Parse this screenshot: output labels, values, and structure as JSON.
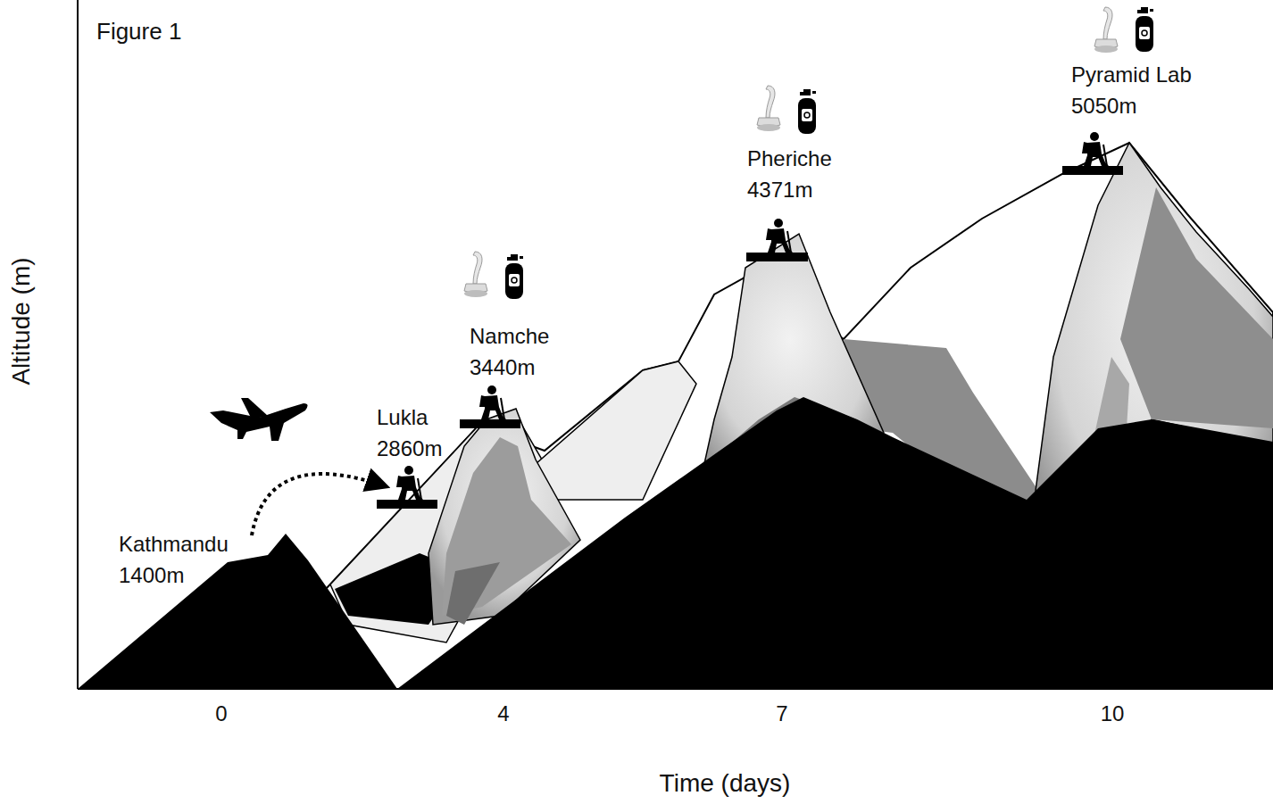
{
  "diagram": {
    "title": "Figure 1",
    "labels": [
      "Kathmandu 1400m",
      "Lukla 2860m",
      "Namche 3440m",
      "Pheriche 4371m",
      "Pyramid Lab 5050m",
      "Altitude (m)",
      "Time (days)",
      "0",
      "4",
      "7",
      "10"
    ]
  }
}
